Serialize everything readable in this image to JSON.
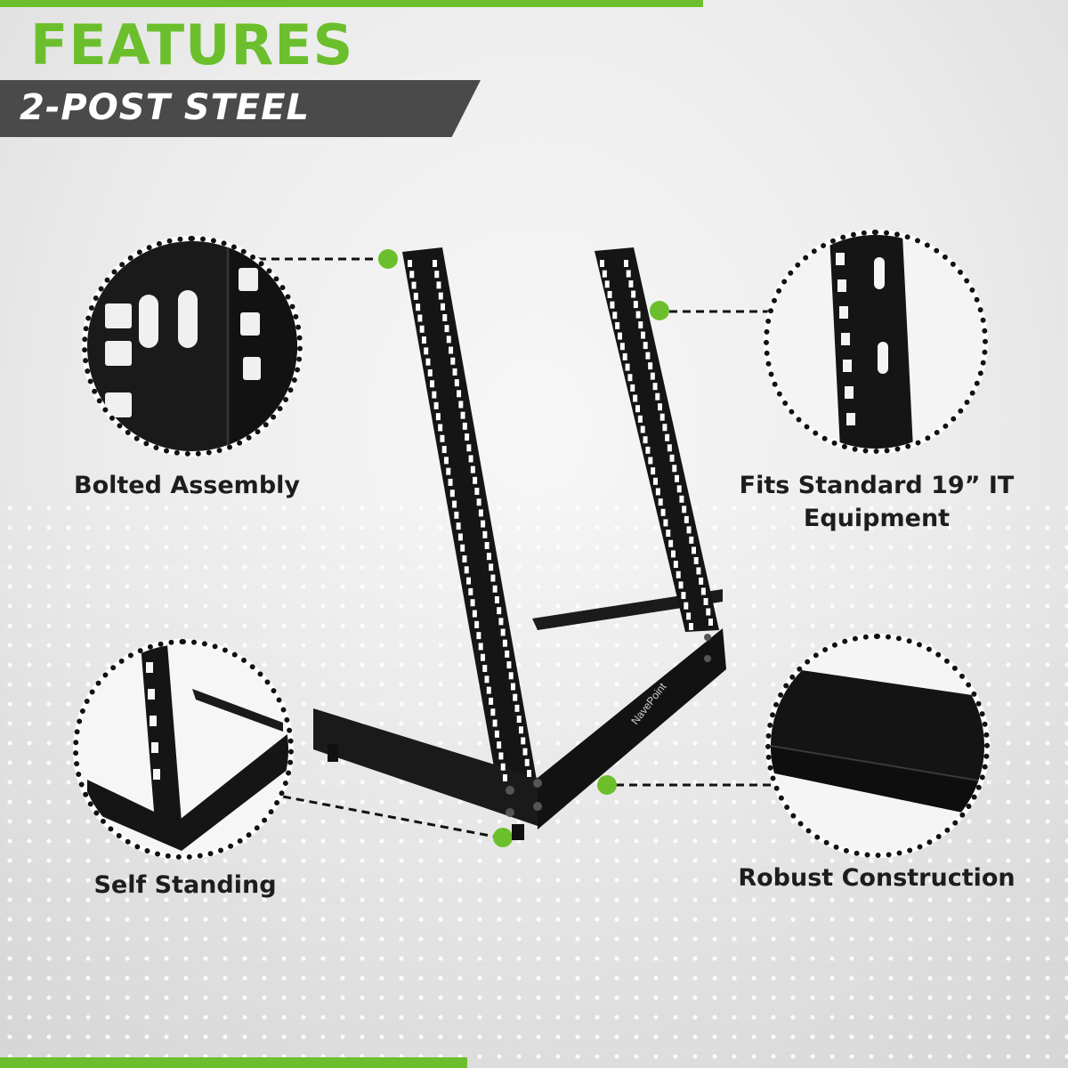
{
  "header": {
    "title": "FEATURES",
    "subtitle": "2-POST STEEL"
  },
  "features": [
    {
      "label": "Bolted Assembly"
    },
    {
      "label": "Fits Standard 19” IT Equipment"
    },
    {
      "label": "Self Standing"
    },
    {
      "label": "Robust Construction"
    }
  ],
  "product": {
    "brand_mark": "NavePoint"
  },
  "colors": {
    "accent": "#6cbf2c",
    "banner": "#4a4a4a",
    "rack": "#151515"
  }
}
